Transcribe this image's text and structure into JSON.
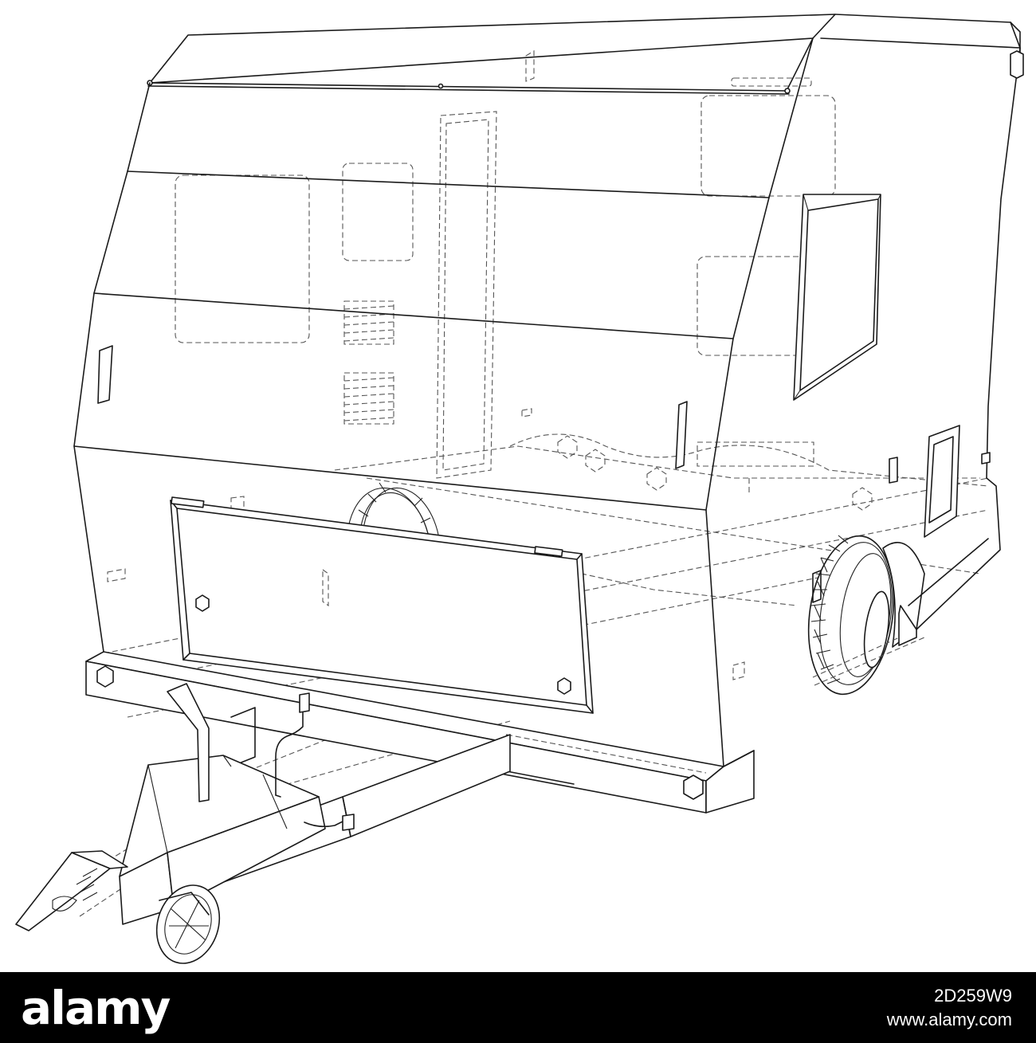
{
  "drawing": {
    "subject": "caravan-trailer-wireframe",
    "stroke_color": "#1a1a1a",
    "hidden_line_color": "#555555"
  },
  "footer": {
    "brand": "alamy",
    "image_id": "2D259W9",
    "site": "www.alamy.com",
    "background": "#000000",
    "text_color": "#ffffff"
  }
}
